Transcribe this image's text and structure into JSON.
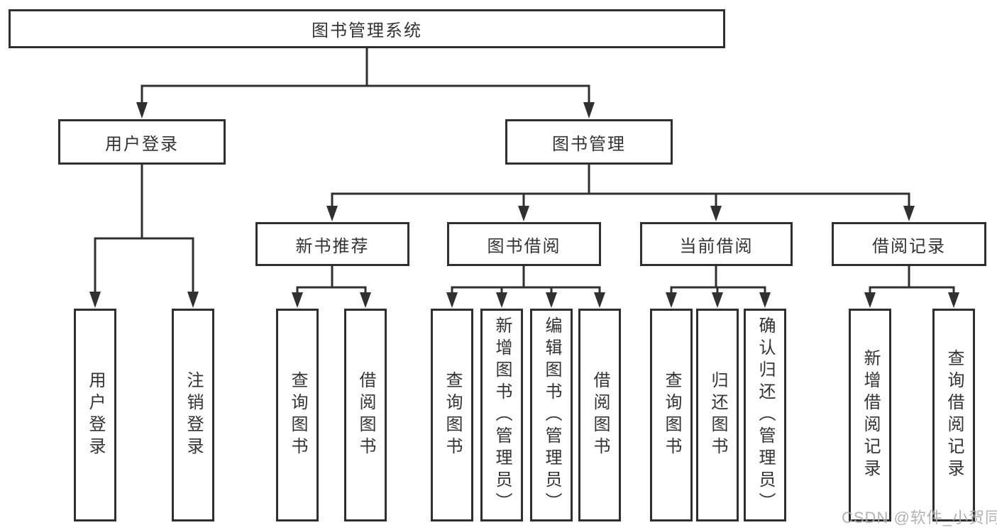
{
  "tree": {
    "label": "图书管理系统",
    "children": [
      {
        "label": "用户登录",
        "children": [
          {
            "label": "用户登录"
          },
          {
            "label": "注销登录"
          }
        ]
      },
      {
        "label": "图书管理",
        "children": [
          {
            "label": "新书推荐",
            "children": [
              {
                "label": "查询图书"
              },
              {
                "label": "借阅图书"
              }
            ]
          },
          {
            "label": "图书借阅",
            "children": [
              {
                "label": "查询图书"
              },
              {
                "label": "新增图书（管理员）"
              },
              {
                "label": "编辑图书（管理员）"
              },
              {
                "label": "借阅图书"
              }
            ]
          },
          {
            "label": "当前借阅",
            "children": [
              {
                "label": "查询图书"
              },
              {
                "label": "归还图书"
              },
              {
                "label": "确认归还（管理员）"
              }
            ]
          },
          {
            "label": "借阅记录",
            "children": [
              {
                "label": "新增借阅记录"
              },
              {
                "label": "查询借阅记录"
              }
            ]
          }
        ]
      }
    ]
  },
  "watermark": {
    "text": "CSDN @软件_小贺同学"
  },
  "colors": {
    "line": "#303030",
    "box_border": "#2f2f2f",
    "text": "#333333",
    "watermark": "#aaaaaa",
    "background": "#ffffff"
  }
}
